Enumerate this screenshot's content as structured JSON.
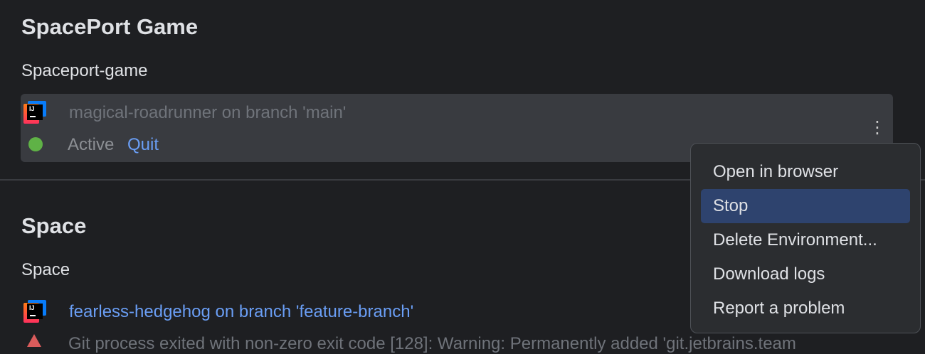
{
  "section1": {
    "title": "SpacePort Game",
    "subtitle": "Spaceport-game",
    "env": {
      "name": "magical-roadrunner on branch 'main'",
      "status": "Active",
      "quit": "Quit",
      "status_color": "#5fb246"
    }
  },
  "section2": {
    "title": "Space",
    "subtitle": "Space",
    "env": {
      "name": "fearless-hedgehog on branch 'feature-branch'",
      "error": "Git process exited with non-zero exit code [128]: Warning: Permanently added 'git.jetbrains.team"
    }
  },
  "menu": {
    "items": [
      {
        "label": "Open in browser"
      },
      {
        "label": "Stop"
      },
      {
        "label": "Delete Environment..."
      },
      {
        "label": "Download logs"
      },
      {
        "label": "Report a problem"
      }
    ]
  },
  "colors": {
    "link": "#6a9ef5",
    "selection": "#2e436e"
  }
}
